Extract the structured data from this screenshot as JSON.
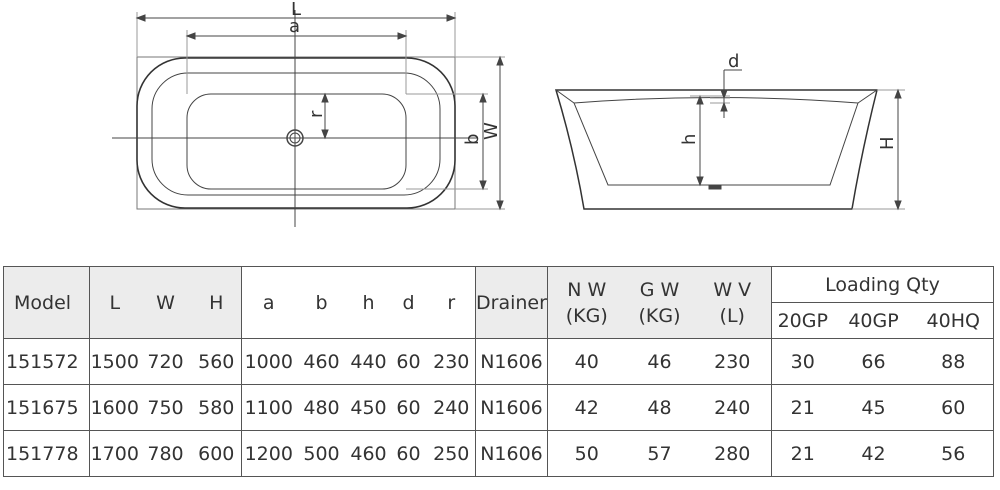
{
  "drawing": {
    "top_view_labels": {
      "L": "L",
      "a": "a",
      "r": "r",
      "b": "b",
      "W": "W"
    },
    "side_view_labels": {
      "d": "d",
      "h": "h",
      "H": "H"
    }
  },
  "table": {
    "headers": {
      "model": "Model",
      "L": "L",
      "W": "W",
      "H": "H",
      "a": "a",
      "b": "b",
      "h": "h",
      "d": "d",
      "r": "r",
      "drainer": "Drainer",
      "nw": "N W",
      "nw_unit": "(KG)",
      "gw": "G W",
      "gw_unit": "(KG)",
      "wv": "W V",
      "wv_unit": "(L)",
      "loading": "Loading Qty",
      "gp20": "20GP",
      "gp40": "40GP",
      "hq40": "40HQ"
    },
    "rows": [
      {
        "model": "151572",
        "L": "1500",
        "W": "720",
        "H": "560",
        "a": "1000",
        "b": "460",
        "h": "440",
        "d": "60",
        "r": "230",
        "drainer": "N1606",
        "nw": "40",
        "gw": "46",
        "wv": "230",
        "gp20": "30",
        "gp40": "66",
        "hq40": "88"
      },
      {
        "model": "151675",
        "L": "1600",
        "W": "750",
        "H": "580",
        "a": "1100",
        "b": "480",
        "h": "450",
        "d": "60",
        "r": "240",
        "drainer": "N1606",
        "nw": "42",
        "gw": "48",
        "wv": "240",
        "gp20": "21",
        "gp40": "45",
        "hq40": "60"
      },
      {
        "model": "151778",
        "L": "1700",
        "W": "780",
        "H": "600",
        "a": "1200",
        "b": "500",
        "h": "460",
        "d": "60",
        "r": "250",
        "drainer": "N1606",
        "nw": "50",
        "gw": "57",
        "wv": "280",
        "gp20": "21",
        "gp40": "42",
        "hq40": "56"
      }
    ]
  }
}
